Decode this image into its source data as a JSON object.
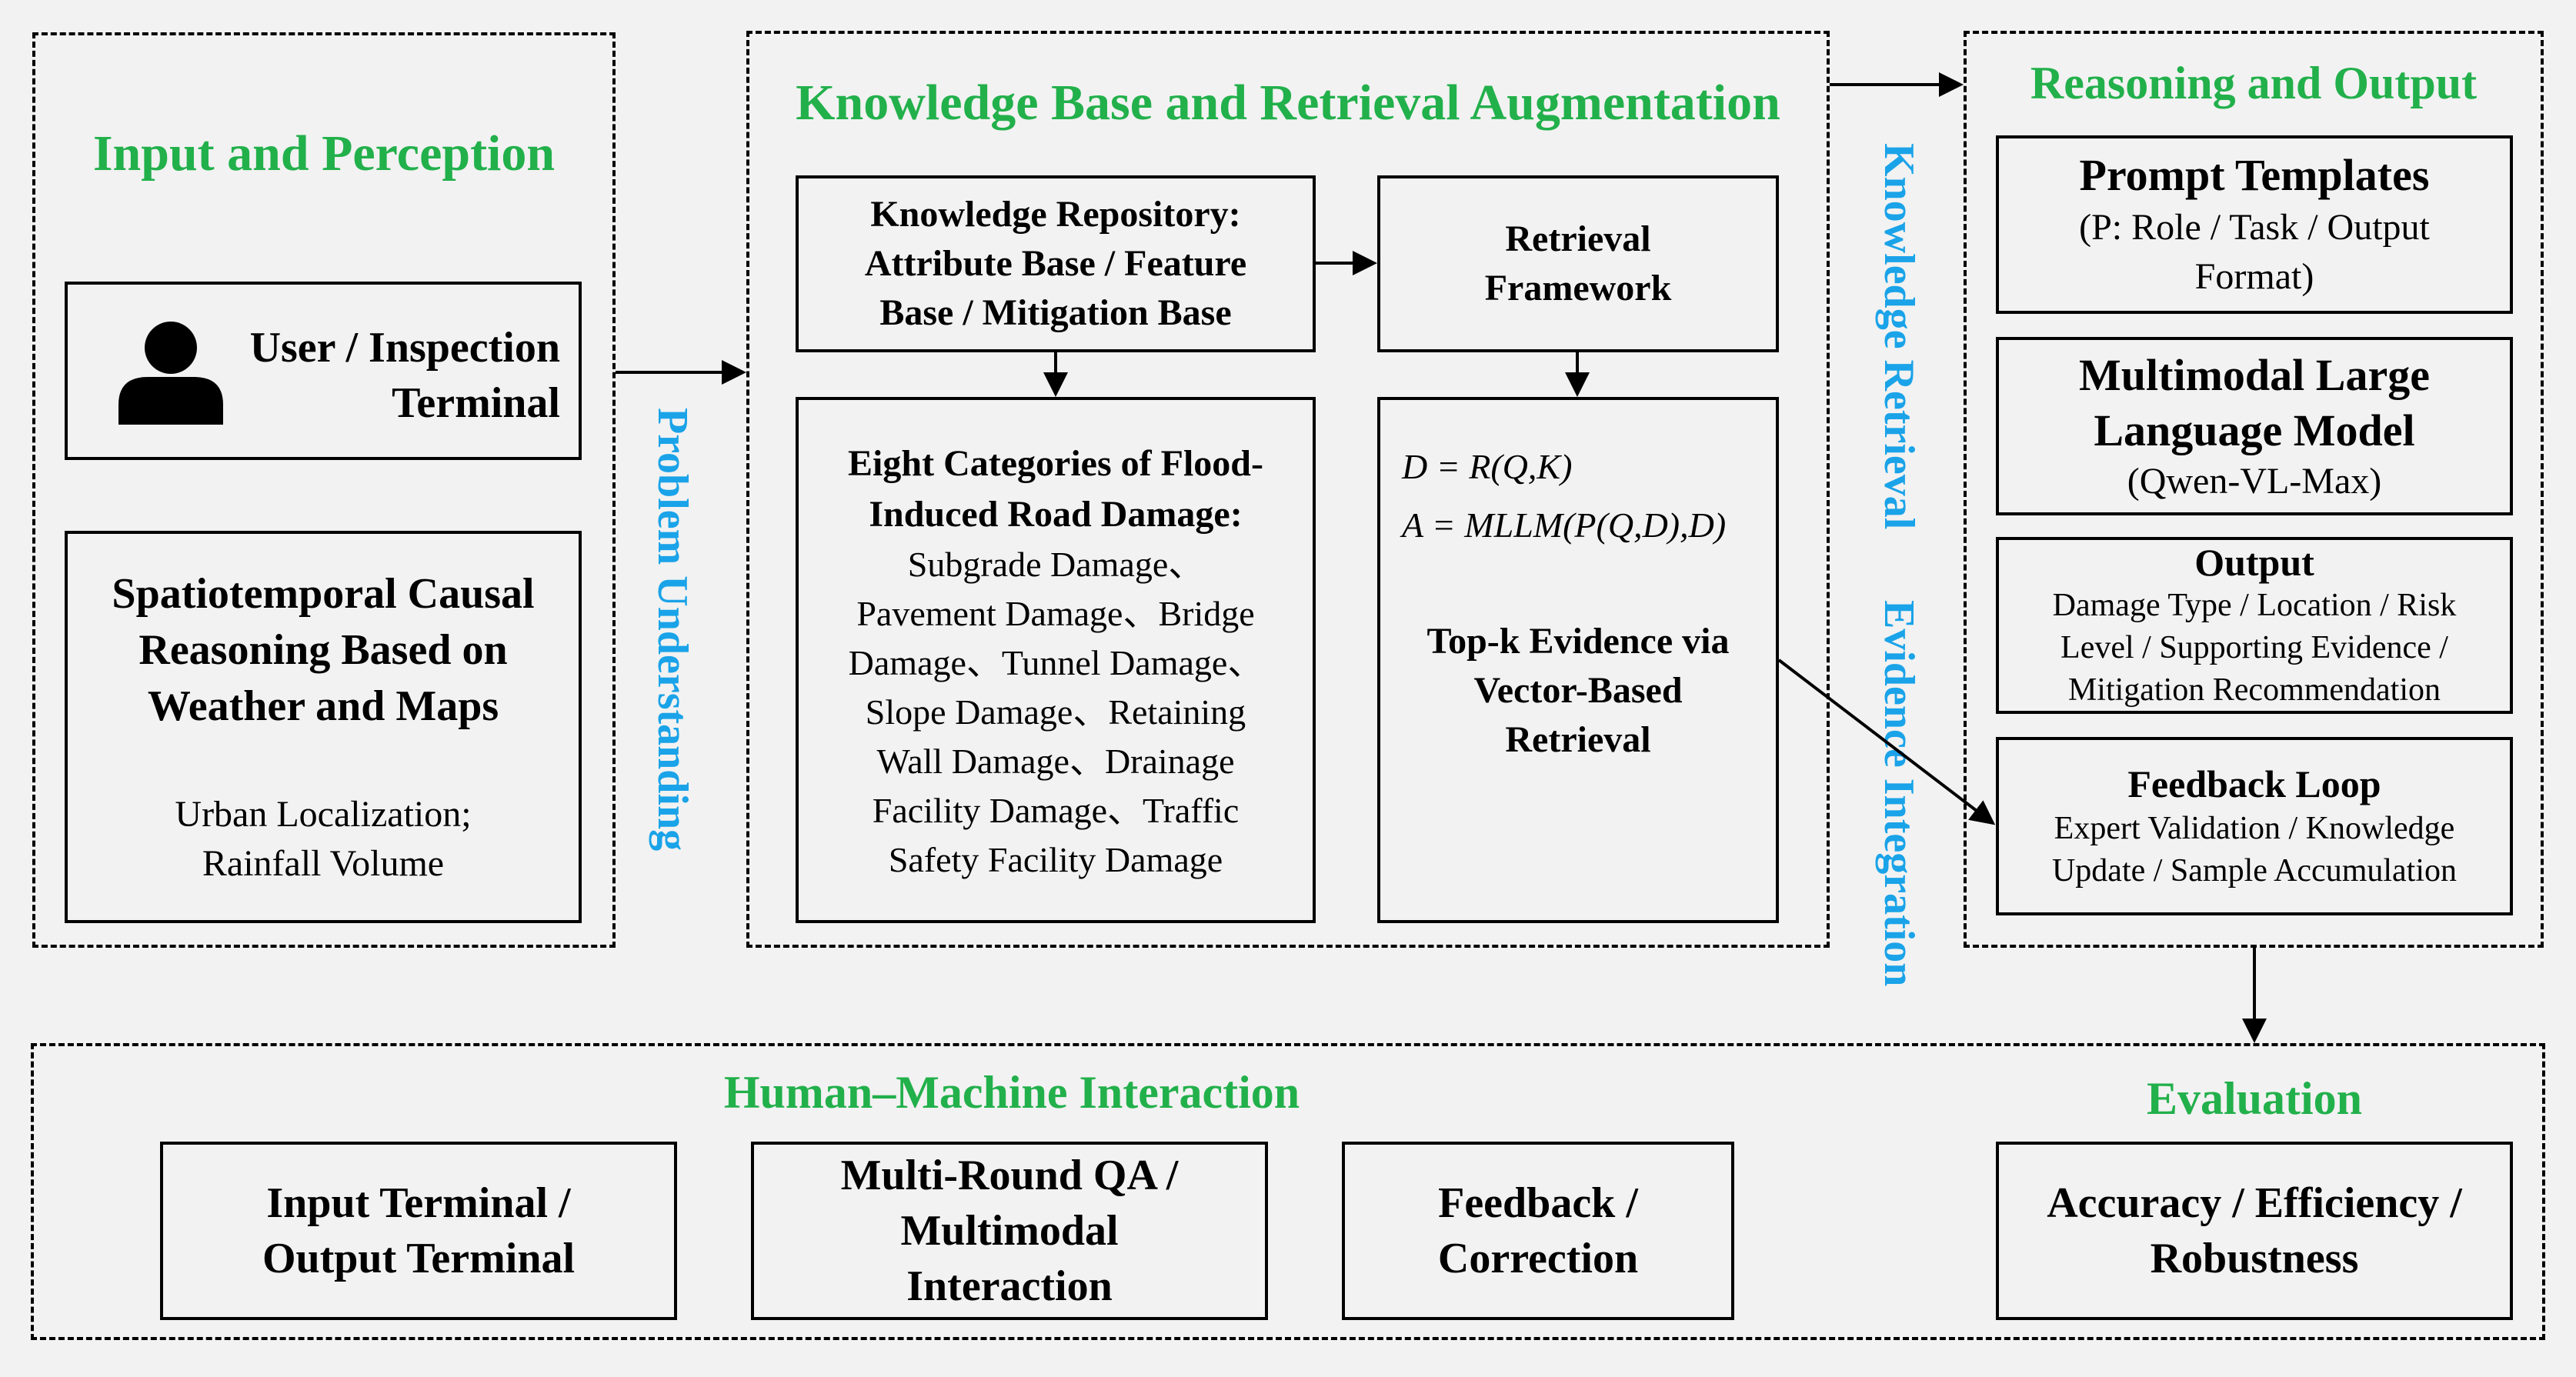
{
  "input_section": {
    "title": "Input and Perception",
    "terminal": {
      "line1": "User / Inspection",
      "line2": "Terminal",
      "icon": "user-icon"
    },
    "spatiotemporal": {
      "title_lines": [
        "Spatiotemporal Causal",
        "Reasoning Based on",
        "Weather and Maps"
      ],
      "detail_lines": [
        "Urban Localization;",
        "Rainfall Volume"
      ]
    }
  },
  "problem_understanding_label": "Problem Understanding",
  "knowledge_section": {
    "title": "Knowledge Base and Retrieval Augmentation",
    "repository": {
      "lines": [
        "Knowledge Repository:",
        "Attribute Base / Feature",
        "Base / Mitigation Base"
      ]
    },
    "retrieval_framework": {
      "lines": [
        "Retrieval",
        "Framework"
      ]
    },
    "damage_categories": {
      "title_lines": [
        "Eight Categories of Flood-",
        "Induced Road Damage:"
      ],
      "body_lines": [
        "Subgrade Damage、",
        "Pavement Damage、Bridge",
        "Damage、Tunnel Damage、",
        "Slope Damage、Retaining",
        "Wall Damage、Drainage",
        "Facility Damage、Traffic",
        "Safety Facility Damage"
      ]
    },
    "formulas": {
      "line1": "D = R(Q,K)",
      "line2": "A = MLLM(P(Q,D),D)"
    },
    "topk": {
      "lines": [
        "Top-k Evidence via",
        "Vector-Based",
        "Retrieval"
      ]
    }
  },
  "knowledge_retrieval_label": "Knowledge Retrieval",
  "evidence_integration_label": "Evidence Integration",
  "reasoning_section": {
    "title": "Reasoning and Output",
    "prompt": {
      "title": "Prompt Templates",
      "detail_lines": [
        "(P: Role / Task / Output",
        "Format)"
      ]
    },
    "mllm": {
      "title_lines": [
        "Multimodal Large",
        "Language Model"
      ],
      "detail": "(Qwen-VL-Max)"
    },
    "output": {
      "title": "Output",
      "detail_lines": [
        "Damage Type / Location / Risk",
        "Level / Supporting Evidence /",
        "Mitigation Recommendation"
      ]
    },
    "feedback": {
      "title": "Feedback Loop",
      "detail_lines": [
        "Expert Validation / Knowledge",
        "Update / Sample Accumulation"
      ]
    }
  },
  "bottom_section": {
    "hmi_title": "Human–Machine Interaction",
    "evaluation_title": "Evaluation",
    "io_terminal": [
      "Input Terminal /",
      "Output Terminal"
    ],
    "multi_round": [
      "Multi-Round QA /",
      "Multimodal",
      "Interaction"
    ],
    "feedback_correction": [
      "Feedback /",
      "Correction"
    ],
    "metrics": [
      "Accuracy / Efficiency /",
      "Robustness"
    ]
  },
  "colors": {
    "green": "#22b04b",
    "blue": "#1aa3e8",
    "background": "#f2f2f2"
  }
}
